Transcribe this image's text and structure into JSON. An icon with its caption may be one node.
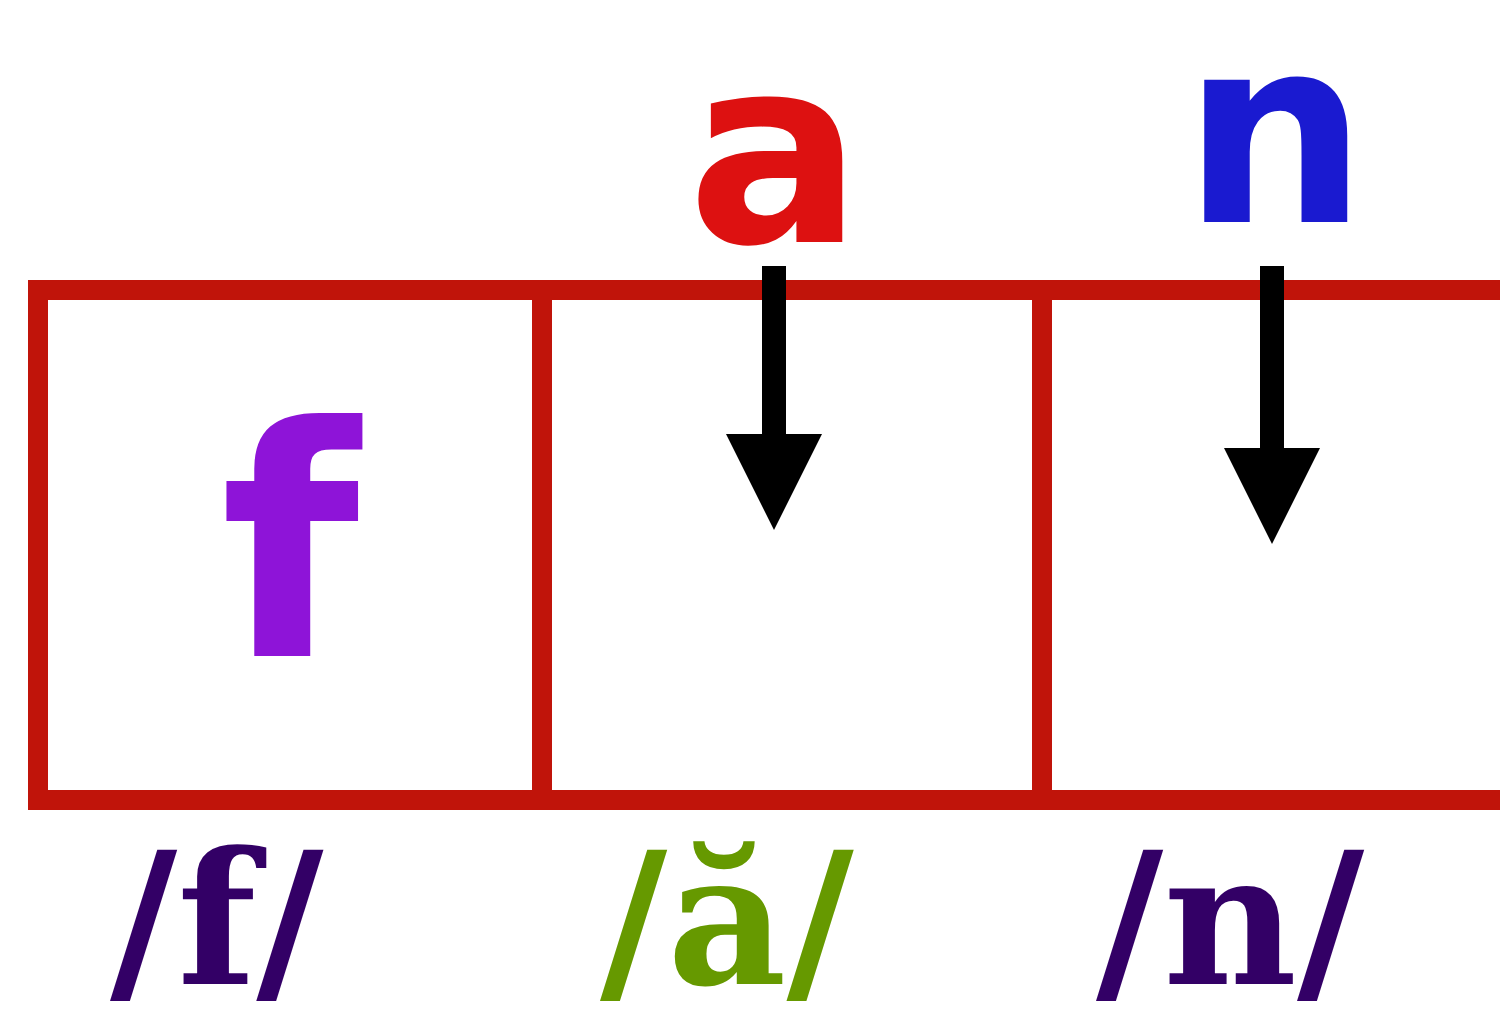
{
  "diagram": {
    "nodes": [
      {
        "text": [
          "a"
        ]
      },
      {
        "text": [
          "n"
        ]
      },
      {
        "text": [
          "f"
        ]
      },
      {
        "text": [],
        "shape": "box"
      },
      {
        "text": [],
        "shape": "box"
      }
    ],
    "edges": [
      {
        "from": 0,
        "to": 3,
        "arrow": "to"
      },
      {
        "from": 1,
        "to": 4,
        "arrow": "to"
      }
    ],
    "labels": [
      "/f/",
      "/ă/",
      "/n/"
    ]
  }
}
